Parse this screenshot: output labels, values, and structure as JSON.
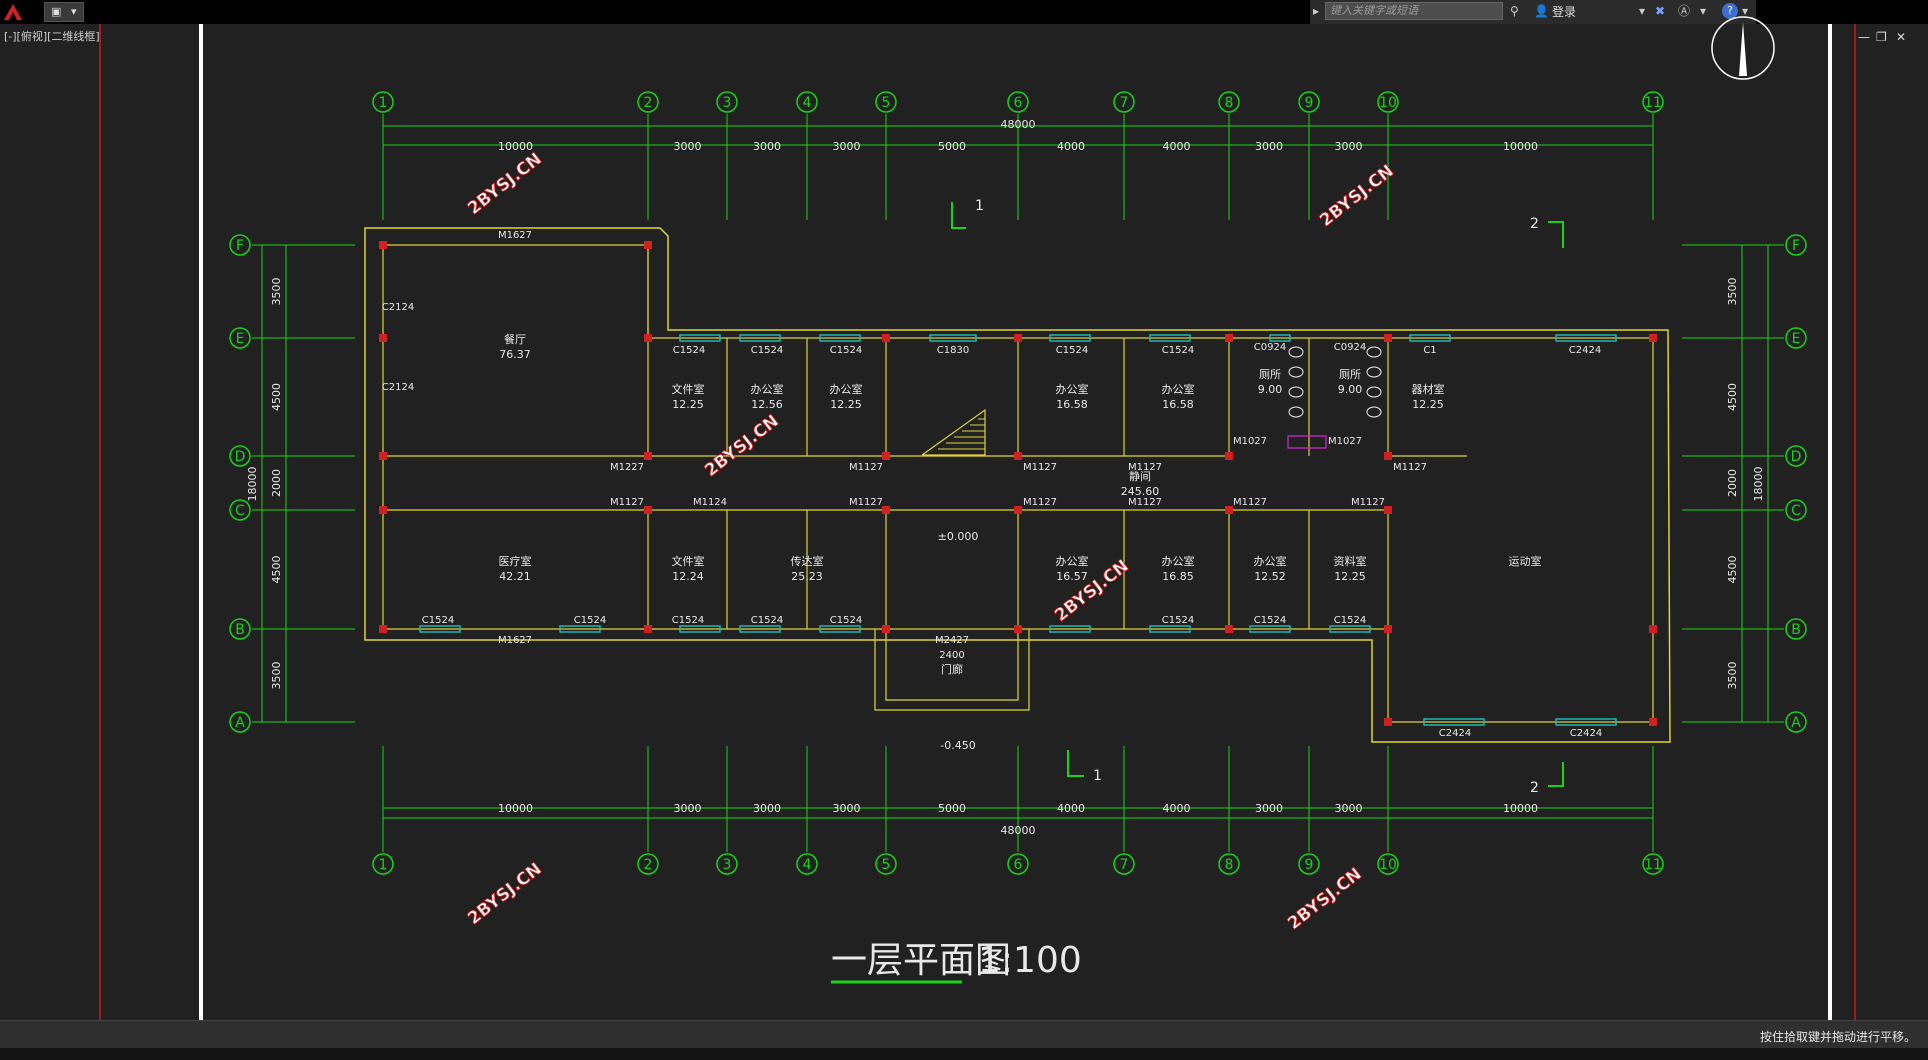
{
  "window": {
    "viewport_label": "[-][俯视][二维线框]",
    "search_placeholder": "键入关键字或短语",
    "login_label": "登录",
    "help_label": "?",
    "status_message": "按住拾取键并拖动进行平移。",
    "min_label": "—",
    "restore_label": "❐",
    "close_label": "✕"
  },
  "drawing": {
    "title": "一层平面图",
    "scale": "1:100",
    "watermark": "2BYSJ.CN",
    "grid_numbers": [
      "1",
      "2",
      "3",
      "4",
      "5",
      "6",
      "7",
      "8",
      "9",
      "10",
      "11"
    ],
    "grid_letters": [
      "F",
      "E",
      "D",
      "C",
      "B",
      "A"
    ],
    "total_length": "48000",
    "total_width": "18000",
    "top_bays": [
      "10000",
      "3000",
      "3000",
      "3000",
      "5000",
      "4000",
      "4000",
      "3000",
      "3000",
      "10000"
    ],
    "right_bays": [
      "3500",
      "4500",
      "2000",
      "4500",
      "3500"
    ],
    "rooms": [
      {
        "name": "餐厅",
        "area": "76.37"
      },
      {
        "name": "文件室",
        "area": "12.25"
      },
      {
        "name": "办公室",
        "area": "12.56"
      },
      {
        "name": "办公室",
        "area": "12.25"
      },
      {
        "name": "办公室",
        "area": "16.58"
      },
      {
        "name": "办公室",
        "area": "16.58"
      },
      {
        "name": "厕所",
        "area": "9.00"
      },
      {
        "name": "厕所",
        "area": "9.00"
      },
      {
        "name": "器材室",
        "area": "12.25"
      },
      {
        "name": "医疗室",
        "area": "42.21"
      },
      {
        "name": "文件室",
        "area": "12.24"
      },
      {
        "name": "传达室",
        "area": "25.23"
      },
      {
        "name": "办公室",
        "area": "16.57"
      },
      {
        "name": "办公室",
        "area": "16.85"
      },
      {
        "name": "办公室",
        "area": "12.52"
      },
      {
        "name": "资料室",
        "area": "12.25"
      },
      {
        "name": "运动室",
        "area": ""
      }
    ],
    "lobby": {
      "name": "静间",
      "area": "245.60"
    },
    "elev_0": "±0.000",
    "elev_1": "-0.450",
    "entrance": "门廊",
    "door_main": "M2427",
    "door_width": "2400",
    "section1": "1",
    "section2": "2",
    "win_C1524": "C1524",
    "win_C1830": "C1830",
    "win_C2124": "C2124",
    "win_C2424": "C2424",
    "win_C0924": "C0924",
    "win_C1": "C1",
    "door_M1627": "M1627",
    "door_M1227": "M1227",
    "door_M1127": "M1127",
    "door_M1124": "M1124",
    "door_M1027": "M1027"
  },
  "colors": {
    "dim_green": "#19d219",
    "wall_yellow": "#e0d23a",
    "window_cyan": "#1fb6b6",
    "column_red": "#d02020",
    "accent_magenta": "#d12ad1",
    "watermark_red": "#e01818"
  }
}
